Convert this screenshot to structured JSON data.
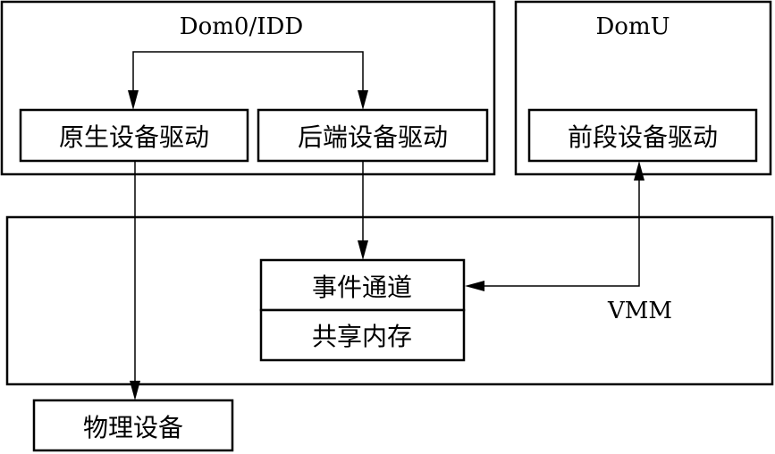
{
  "dom0": {
    "title": "Dom0/IDD",
    "native_driver": "原生设备驱动",
    "backend_driver": "后端设备驱动"
  },
  "domu": {
    "title": "DomU",
    "frontend_driver": "前段设备驱动"
  },
  "vmm": {
    "title": "VMM",
    "event_channel": "事件通道",
    "shared_memory": "共享内存"
  },
  "physical_device": "物理设备",
  "colors": {
    "stroke": "#000000",
    "background": "#ffffff"
  }
}
